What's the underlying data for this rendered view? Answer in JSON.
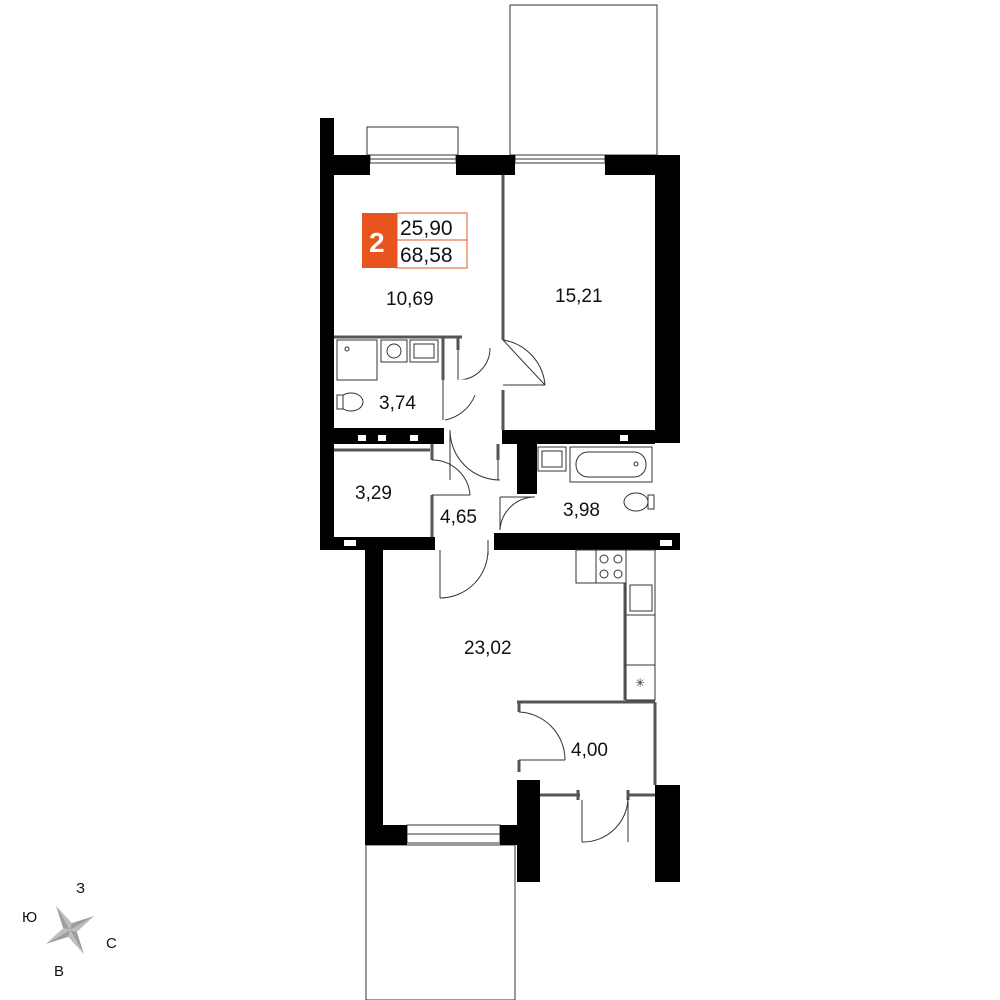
{
  "badge": {
    "rooms": "2",
    "living_area": "25,90",
    "total_area": "68,58",
    "color": "#e8541e"
  },
  "rooms": {
    "bedroom_top_left": "10,69",
    "bedroom_top_right": "15,21",
    "bathroom_left": "3,74",
    "storage_left": "3,29",
    "hallway": "4,65",
    "bathroom_right": "3,98",
    "kitchen_living": "23,02",
    "storage_bottom": "4,00"
  },
  "compass": {
    "north": "З",
    "west": "Ю",
    "east": "С",
    "south": "В"
  },
  "colors": {
    "wall": "#000000",
    "thin_line": "#555555"
  }
}
